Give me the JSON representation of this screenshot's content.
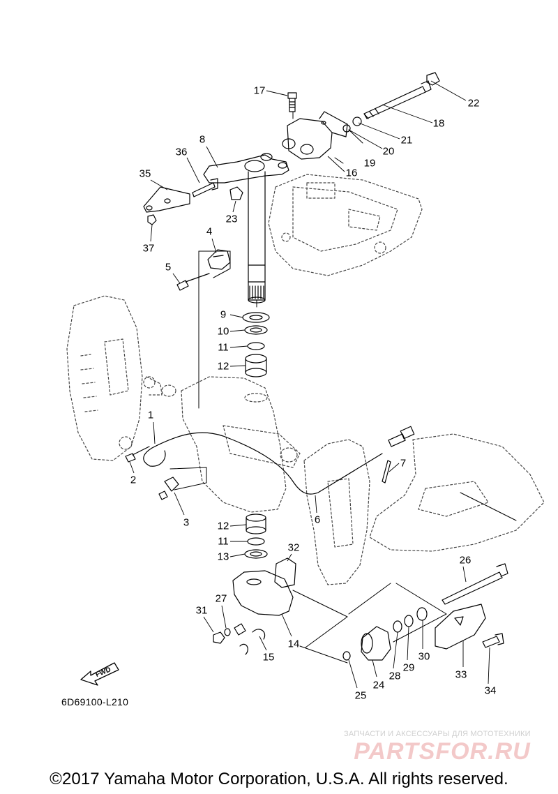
{
  "diagram": {
    "callouts": [
      "1",
      "2",
      "3",
      "4",
      "5",
      "6",
      "7",
      "8",
      "9",
      "10",
      "11",
      "12",
      "12",
      "11",
      "13",
      "14",
      "15",
      "16",
      "17",
      "18",
      "19",
      "20",
      "21",
      "22",
      "23",
      "24",
      "25",
      "26",
      "27",
      "28",
      "29",
      "30",
      "31",
      "32",
      "33",
      "34",
      "35",
      "36",
      "37"
    ],
    "fwd_badge": "FWD",
    "drawing_code": "6D69100-L210"
  },
  "watermark": {
    "tagline": "ЗАПЧАСТИ И АКСЕССУАРЫ ДЛЯ МОТОТЕХНИКИ",
    "logo_text": "PARTSFOR.RU",
    "logo_color": "#f3c9c9"
  },
  "footer": {
    "copyright": "©2017 Yamaha Motor Corporation, U.S.A. All rights reserved."
  }
}
